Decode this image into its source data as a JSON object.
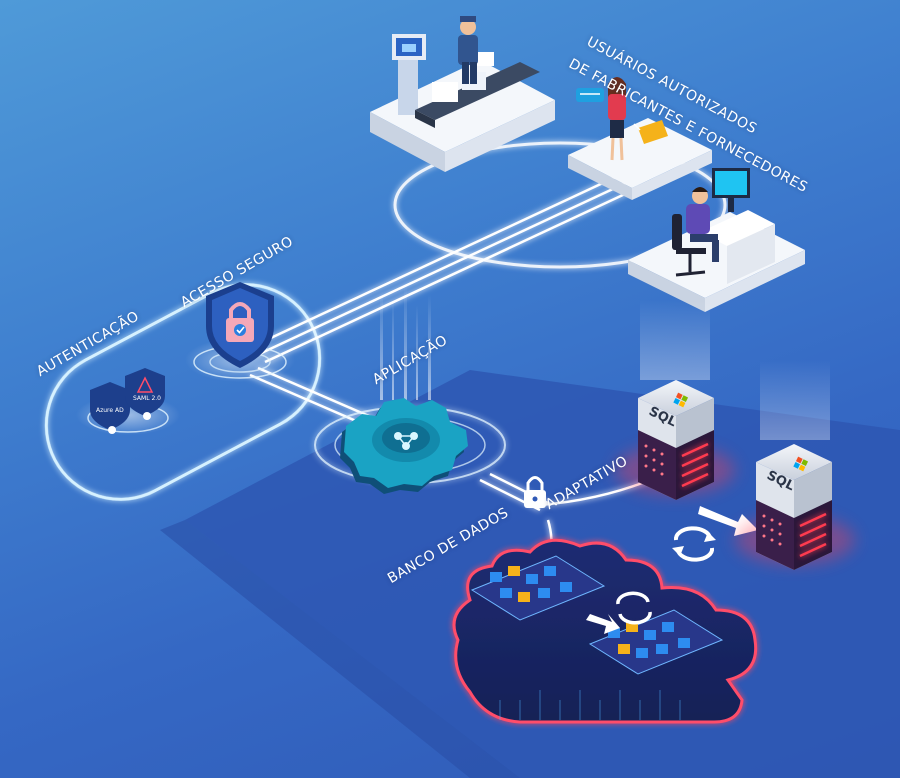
{
  "labels": {
    "users_line1": "USUÁRIOS AUTORIZADOS",
    "users_line2": "DE FABRICANTES E FORNECEDORES",
    "secure_access": "ACESSO SEGURO",
    "authentication": "AUTENTICAÇÃO",
    "application": "APLICAÇÃO",
    "adaptive": "ADAPTATIVO",
    "database": "BANCO DE DADOS"
  },
  "badges": {
    "azure": "Azure AD",
    "saml": "SAML 2.0"
  },
  "servers": {
    "sql_label": "SQL"
  },
  "icons": [
    "shield-lock-icon",
    "gear-icon",
    "padlock-icon",
    "sync-icon",
    "cloud-icon",
    "folder-icon",
    "monitor-icon",
    "shopping-cart-icon",
    "chat-bubble-icon"
  ],
  "colors": {
    "background_top": "#4f9ad8",
    "background_bottom": "#2f59b6",
    "glow": "#bfe8ff",
    "server_red": "#ff3b4f",
    "cloud_red": "#ff4d6a",
    "gear_teal": "#1aa3c4"
  }
}
